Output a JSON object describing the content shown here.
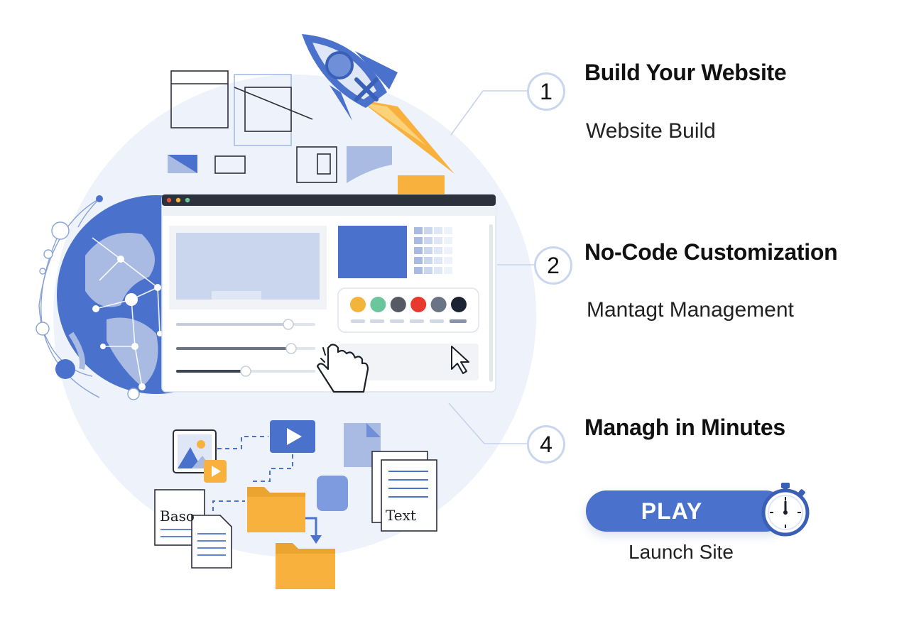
{
  "steps": [
    {
      "number": "1",
      "title": "Build Your Website",
      "subtitle": "Website Build"
    },
    {
      "number": "2",
      "title": "No-Code Customization",
      "subtitle": "Mantagt Management"
    },
    {
      "number": "4",
      "title": "Managh in Minutes"
    }
  ],
  "cta": {
    "button_label": "PLAY",
    "caption": "Launch Site"
  },
  "illustration": {
    "file_labels": {
      "doc_left": "Baso",
      "doc_right": "Text"
    },
    "swatch_colors": [
      "#f2b43a",
      "#6cc69c",
      "#555a63",
      "#e8392f",
      "#6b7486",
      "#1c2333"
    ],
    "colors": {
      "accent_blue": "#4a72cc",
      "accent_orange": "#f8b13c",
      "bg_circle": "#edf2fb"
    }
  }
}
